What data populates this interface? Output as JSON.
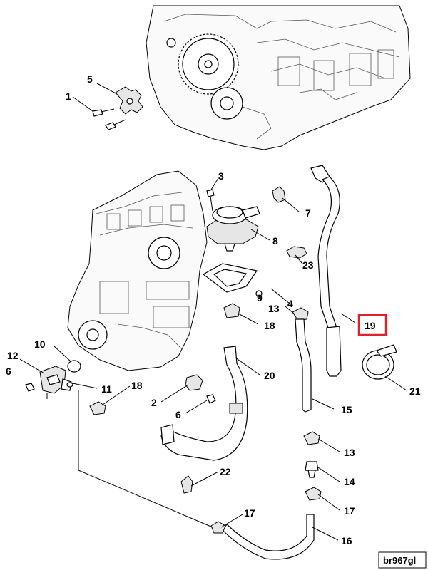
{
  "drawing_ref": "br967gl",
  "highlight": {
    "number": "19",
    "color": "#e0202a"
  },
  "callouts": {
    "c1": "1",
    "c5": "5",
    "c3": "3",
    "c7": "7",
    "c8": "8",
    "c23": "23",
    "c9": "9",
    "c4": "4",
    "c13a": "13",
    "c18a": "18",
    "c20": "20",
    "c19": "19",
    "c21": "21",
    "c15": "15",
    "c10": "10",
    "c12": "12",
    "c6a": "6",
    "c11": "11",
    "c18b": "18",
    "c2": "2",
    "c6b": "6",
    "c22": "22",
    "c13b": "13",
    "c14": "14",
    "c17a": "17",
    "c17b": "17",
    "c16": "16"
  }
}
